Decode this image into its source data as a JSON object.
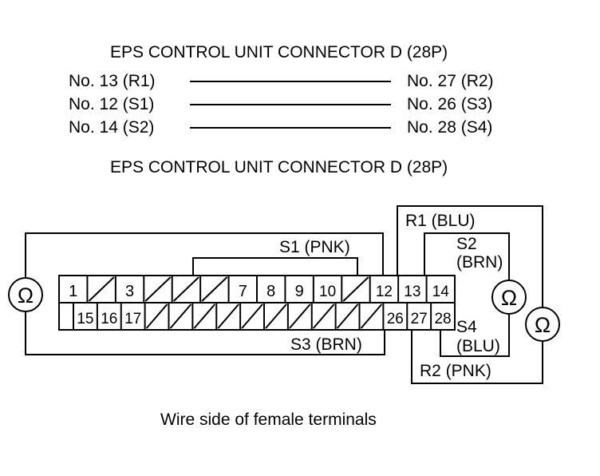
{
  "header_top": "EPS CONTROL UNIT CONNECTOR D (28P)",
  "header_bottom": "EPS CONTROL UNIT CONNECTOR D (28P)",
  "pairs": [
    {
      "left": "No. 13 (R1)",
      "right": "No. 27 (R2)"
    },
    {
      "left": "No. 12 (S1)",
      "right": "No. 26 (S3)"
    },
    {
      "left": "No. 14 (S2)",
      "right": "No. 28 (S4)"
    }
  ],
  "connector": {
    "top_row": [
      "1",
      "",
      "3",
      "",
      "",
      "",
      "7",
      "8",
      "9",
      "10",
      "",
      "12",
      "13",
      "14"
    ],
    "bottom_row": [
      "",
      "15",
      "16",
      "17",
      "",
      "",
      "",
      "",
      "",
      "",
      "",
      "",
      "",
      "",
      "26",
      "27",
      "28"
    ]
  },
  "wire_labels": {
    "s1": "S1 (PNK)",
    "s3": "S3 (BRN)",
    "r1": "R1 (BLU)",
    "s2_a": "S2",
    "s2_b": "(BRN)",
    "s4_a": "S4",
    "s4_b": "(BLU)",
    "r2": "R2 (PNK)"
  },
  "ohm_symbol": "Ω",
  "caption": "Wire side of female terminals"
}
